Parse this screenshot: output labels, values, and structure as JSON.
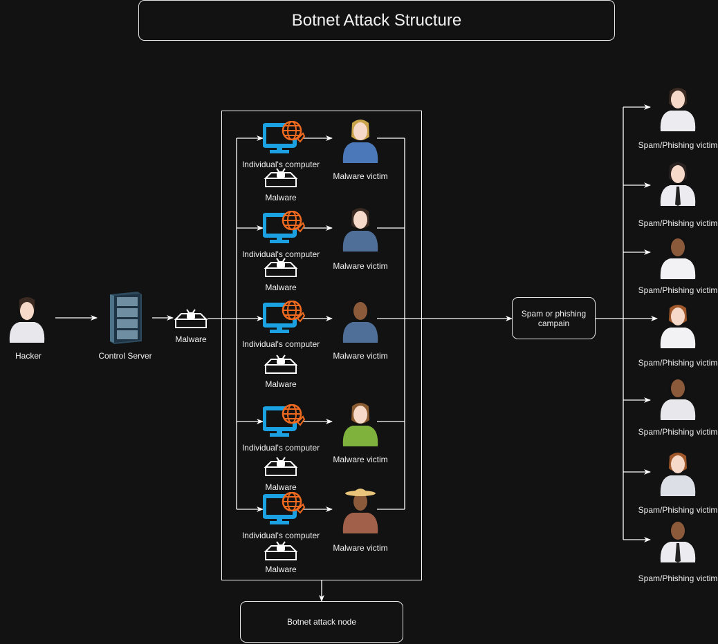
{
  "title": "Botnet Attack Structure",
  "hacker": {
    "label": "Hacker",
    "icon": "person-icon"
  },
  "control_server": {
    "label": "Control Server",
    "icon": "server-rack-icon"
  },
  "malware_source": {
    "label": "Malware",
    "icon": "malware-box-icon"
  },
  "botnet_rows": [
    {
      "computer_label": "Individual's computer",
      "malware_label": "Malware",
      "victim_label": "Malware victim",
      "victim_style": "woman-blonde-blue-suit"
    },
    {
      "computer_label": "Individual's computer",
      "malware_label": "Malware",
      "victim_label": "Malware victim",
      "victim_style": "man-overalls-light"
    },
    {
      "computer_label": "Individual's computer",
      "malware_label": "Malware",
      "victim_label": "Malware victim",
      "victim_style": "man-overalls-dark"
    },
    {
      "computer_label": "Individual's computer",
      "malware_label": "Malware",
      "victim_label": "Malware victim",
      "victim_style": "woman-green-jacket"
    },
    {
      "computer_label": "Individual's computer",
      "malware_label": "Malware",
      "victim_label": "Malware victim",
      "victim_style": "farmer-hat-overalls"
    }
  ],
  "botnet_node": {
    "label": "Botnet attack node"
  },
  "campaign": {
    "label": "Spam or phishing campain"
  },
  "spam_victims": [
    {
      "label": "Spam/Phishing victim",
      "style": "woman-white-blazer"
    },
    {
      "label": "Spam/Phishing victim",
      "style": "man-white-shirt-tie"
    },
    {
      "label": "Spam/Phishing victim",
      "style": "woman-headset-dark"
    },
    {
      "label": "Spam/Phishing victim",
      "style": "woman-headset-light"
    },
    {
      "label": "Spam/Phishing victim",
      "style": "man-tshirt-dark"
    },
    {
      "label": "Spam/Phishing victim",
      "style": "woman-tshirt-light"
    },
    {
      "label": "Spam/Phishing victim",
      "style": "man-shirt-tie-dark"
    }
  ],
  "colors": {
    "background": "#121212",
    "stroke": "#ffffff",
    "monitor": "#1ba1e2",
    "globe": "#f06a1f",
    "text": "#f0f0f0"
  }
}
